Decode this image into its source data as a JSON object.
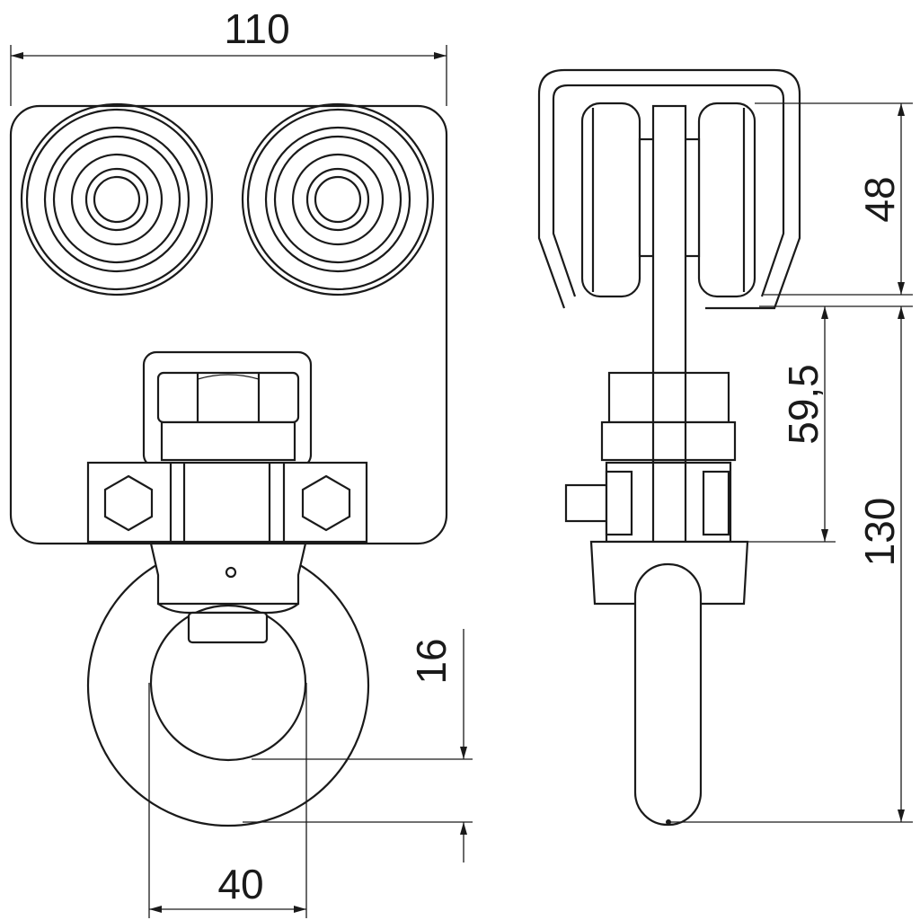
{
  "drawing": {
    "title": "Trolley with eye (technical drawing)",
    "dimensions": {
      "width_top": "110",
      "wheel_height": "48",
      "track_to_clamp": "59,5",
      "total_height": "130",
      "eye_ring": "16",
      "eye_hole": "40"
    },
    "line_color": "#1a1a1a"
  }
}
